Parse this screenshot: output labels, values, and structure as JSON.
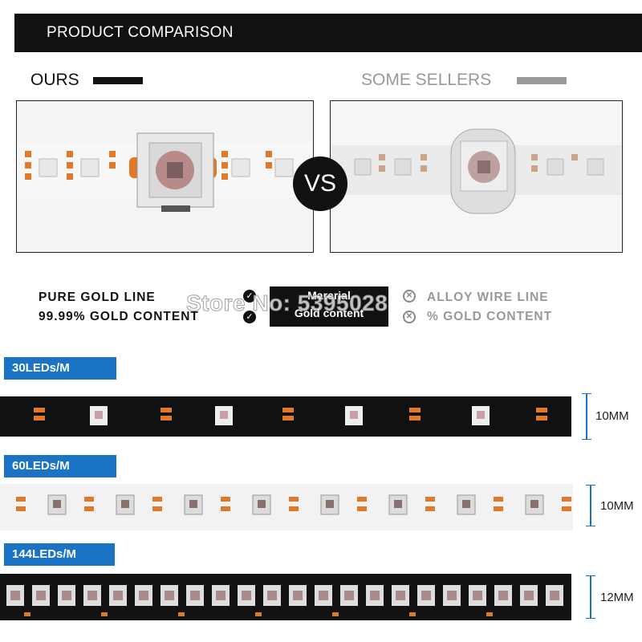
{
  "banner": {
    "title": "PRODUCT COMPARISON"
  },
  "legend": {
    "ours": "OURS",
    "some_sellers": "SOME SELLERS"
  },
  "comparison": {
    "vs": "VS"
  },
  "features": {
    "ours_line1": "PURE GOLD LINE",
    "ours_line2": "99.99% GOLD CONTENT",
    "material_line1": "Marerial",
    "material_line2": "Gold content",
    "theirs_line1": "ALLOY WIRE LINE",
    "theirs_line2": "% GOLD CONTENT"
  },
  "watermark": "Store No: 5395028",
  "strips": [
    {
      "label": "30LEDs/M",
      "width": "10MM",
      "color": "#111111"
    },
    {
      "label": "60LEDs/M",
      "width": "10MM",
      "color": "#f2f2f2"
    },
    {
      "label": "144LEDs/M",
      "width": "12MM",
      "color": "#111111"
    }
  ],
  "colors": {
    "accent": "#1a73c4",
    "banner": "#111111",
    "pad": "#e07a2a"
  },
  "icons": {
    "check": "check-circle-icon",
    "cross": "cross-circle-icon"
  }
}
